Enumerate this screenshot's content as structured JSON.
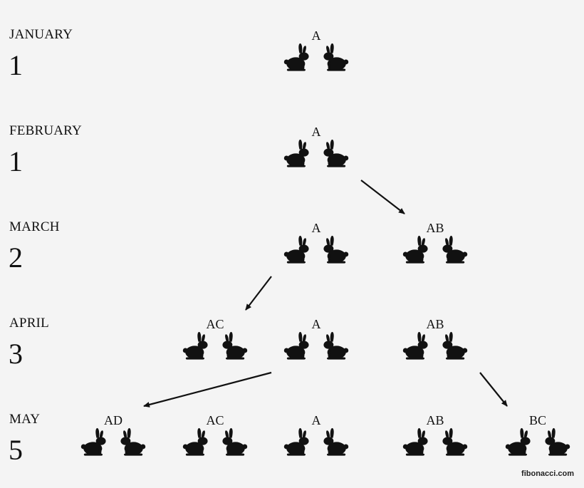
{
  "rows": [
    {
      "month": "JANUARY",
      "count": "1",
      "pairs": [
        "A"
      ]
    },
    {
      "month": "FEBRUARY",
      "count": "1",
      "pairs": [
        "A"
      ]
    },
    {
      "month": "MARCH",
      "count": "2",
      "pairs": [
        "A",
        "AB"
      ]
    },
    {
      "month": "APRIL",
      "count": "3",
      "pairs": [
        "AC",
        "A",
        "AB"
      ]
    },
    {
      "month": "MAY",
      "count": "5",
      "pairs": [
        "AD",
        "AC",
        "A",
        "AB",
        "BC"
      ]
    }
  ],
  "arrows": [
    {
      "from": "FEBRUARY-A",
      "to": "MARCH-AB"
    },
    {
      "from": "MARCH-A",
      "to": "APRIL-AC"
    },
    {
      "from": "APRIL-A",
      "to": "MAY-AD"
    },
    {
      "from": "APRIL-AB",
      "to": "MAY-BC"
    }
  ],
  "credit": "fibonacci.com",
  "icon": "rabbit-icon",
  "colors": {
    "background": "#f4f4f4",
    "ink": "#111111"
  }
}
